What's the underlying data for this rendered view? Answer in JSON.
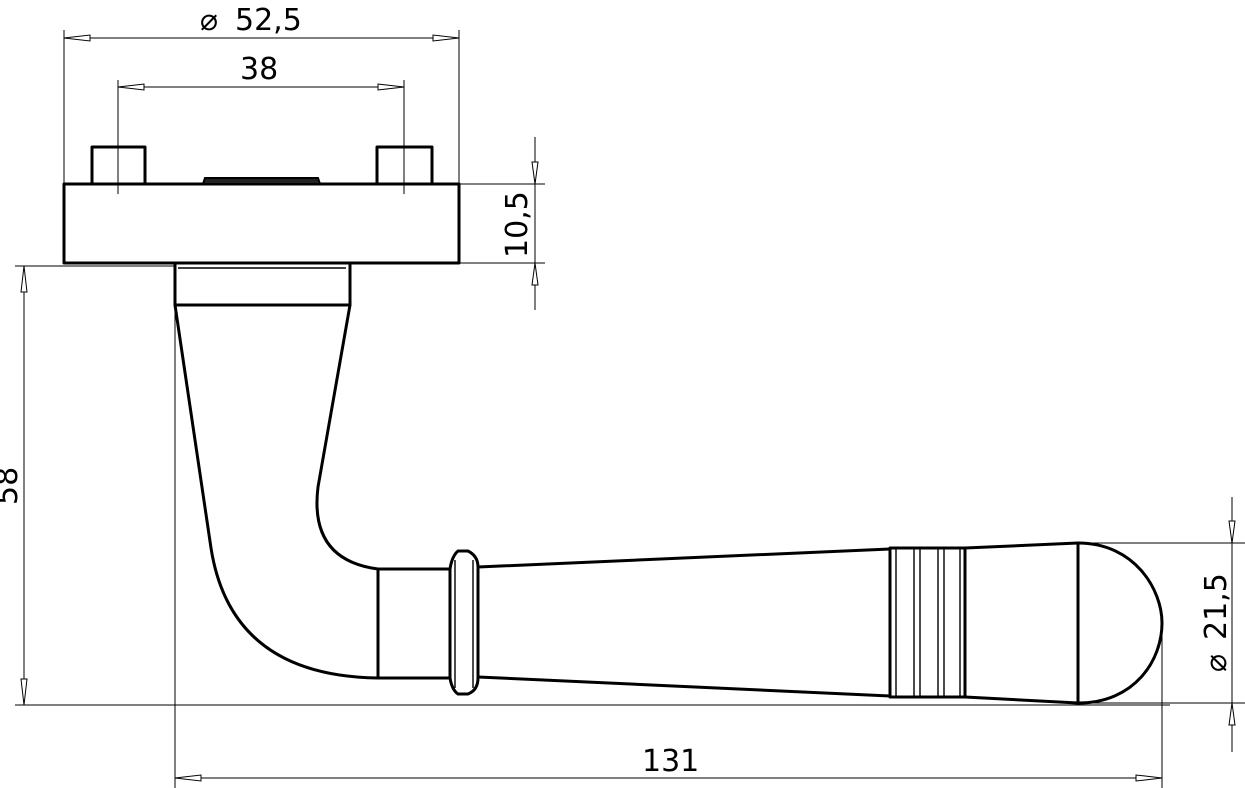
{
  "dimensions": {
    "rose_diameter": "52,5",
    "pin_spacing": "38",
    "rose_thickness": "10,5",
    "height": "58",
    "grip_diameter": "21,5",
    "length": "131"
  },
  "symbols": {
    "diameter": "⌀"
  }
}
